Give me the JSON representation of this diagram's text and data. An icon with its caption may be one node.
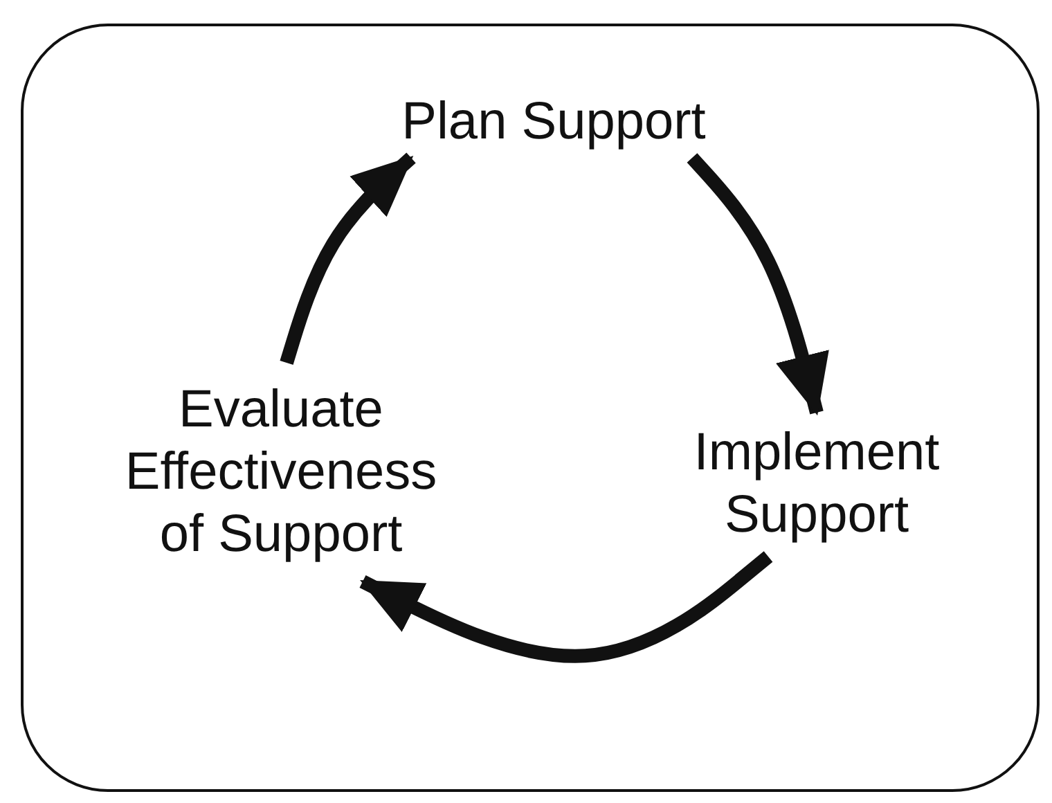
{
  "diagram": {
    "nodes": [
      {
        "text": [
          "Plan Support"
        ]
      },
      {
        "text": [
          "Implement Support"
        ]
      },
      {
        "text": [
          "Evaluate Effectiveness of Support"
        ]
      }
    ],
    "edges": [
      {
        "from": 0,
        "to": 1,
        "arrow": "to"
      },
      {
        "from": 1,
        "to": 2,
        "arrow": "to"
      },
      {
        "from": 2,
        "to": 0,
        "arrow": "to"
      }
    ]
  }
}
